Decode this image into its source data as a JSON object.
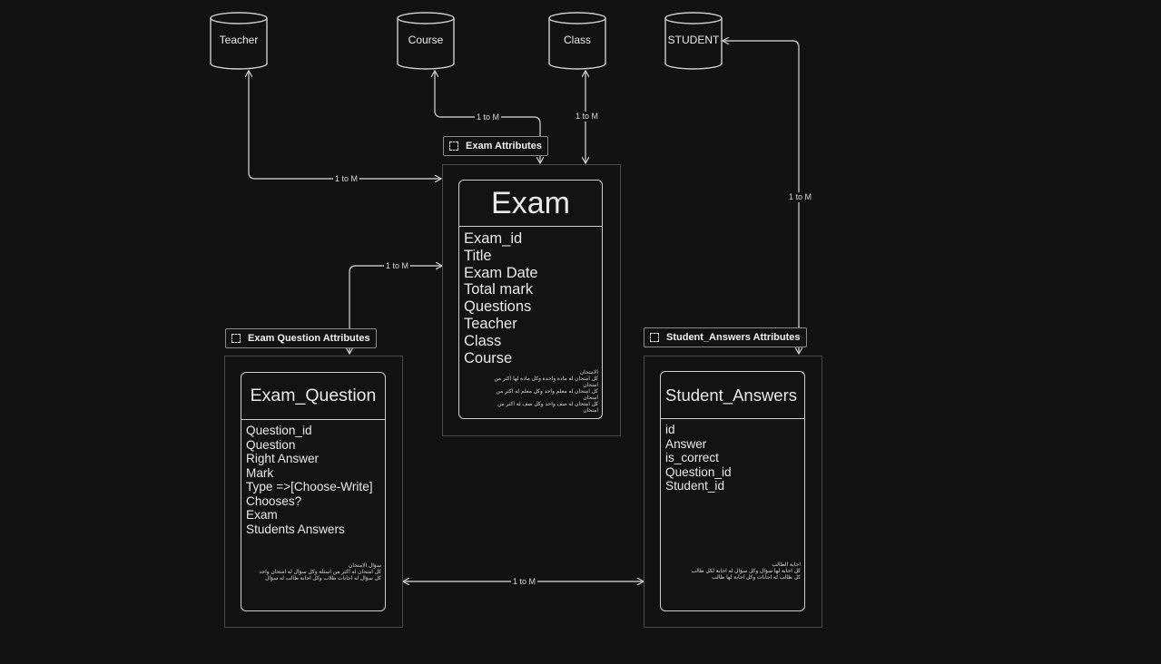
{
  "databases": [
    {
      "id": "teacher",
      "label": "Teacher"
    },
    {
      "id": "course",
      "label": "Course"
    },
    {
      "id": "class",
      "label": "Class"
    },
    {
      "id": "student",
      "label": "STUDENT"
    }
  ],
  "frames": {
    "exam": {
      "tag": "Exam Attributes"
    },
    "exam_question": {
      "tag": "Exam Question Attributes"
    },
    "student_answers": {
      "tag": "Student_Answers Attributes"
    }
  },
  "entities": {
    "exam": {
      "title": "Exam",
      "fields": [
        "Exam_id",
        "Title",
        "Exam Date",
        "Total mark",
        "Questions",
        "Teacher",
        "Class",
        "Course"
      ],
      "note": [
        "الامتحان",
        "كل امتحان له مادة واحدة وكل مادة لها اكثر من",
        "امتحان",
        "كل امتحان له معلم واحد وكل معلم له اكثر من",
        "امتحان",
        "كل امتحان له صف واحد وكل صف له اكثر من",
        "امتحان"
      ]
    },
    "exam_question": {
      "title": "Exam_Question",
      "fields": [
        "Question_id",
        "Question",
        "Right Answer",
        "Mark",
        "Type =>[Choose-Write]",
        "Chooses?",
        "Exam",
        "Students Answers"
      ],
      "note": [
        "سؤال الامتحان",
        "كل امتحان له اكثر من اسئلة وكل سؤال له امتحان واحد",
        "كل سؤال له اجابات طلاب وكل اجابة طالب له سؤال"
      ]
    },
    "student_answers": {
      "title": "Student_Answers",
      "fields": [
        "id",
        "Answer",
        "is_correct",
        "Question_id",
        "Student_id"
      ],
      "note": [
        "اجابة الطالب",
        "كل اجابة لها سؤال وكل سؤال له اجابة لكل طالب",
        "كل طالب له اجابات وكل اجابة لها طالب"
      ]
    }
  },
  "relations": [
    {
      "id": "teacher-exam",
      "label": "1 to M"
    },
    {
      "id": "course-exam",
      "label": "1 to M"
    },
    {
      "id": "class-exam",
      "label": "1 to M"
    },
    {
      "id": "student-answers",
      "label": "1 to M"
    },
    {
      "id": "question-exam",
      "label": "1 to M"
    },
    {
      "id": "question-answers",
      "label": "1 to M"
    }
  ]
}
